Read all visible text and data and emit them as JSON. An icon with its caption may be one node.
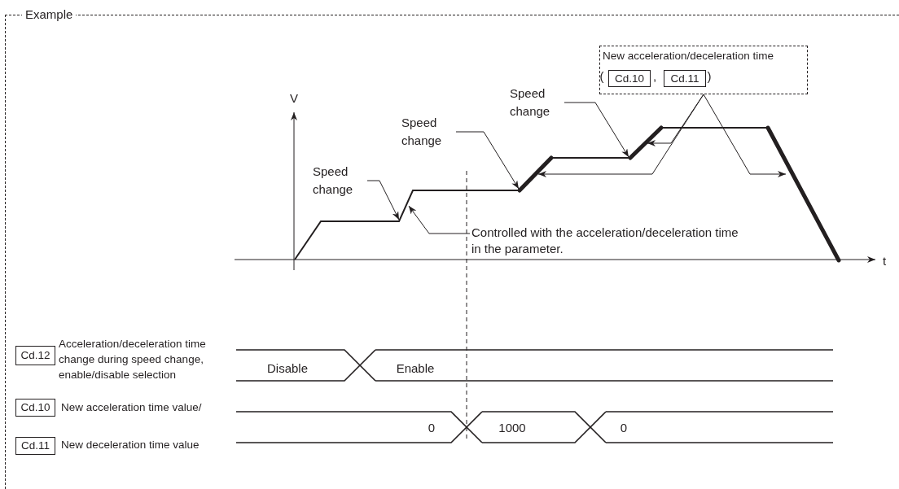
{
  "diagram": {
    "nodes": [
      {
        "text": [
          "Example"
        ]
      },
      {
        "text": [
          "Speed change"
        ],
        "in": 0
      },
      {
        "text": [
          "Speed change"
        ],
        "in": 0
      },
      {
        "text": [
          "Speed change"
        ],
        "in": 0
      },
      {
        "text": [
          "New acceleration/deceleration time"
        ],
        "in": 0
      },
      {
        "text": [
          "Cd.10"
        ],
        "in": 4
      },
      {
        "text": [
          "Cd.11"
        ],
        "in": 4
      },
      {
        "text": [
          "Controlled with the acceleration/deceleration time in the parameter."
        ],
        "in": 0
      },
      {
        "text": [
          "Cd.12"
        ],
        "in": 0
      },
      {
        "text": [
          "Cd.10"
        ],
        "in": 0
      },
      {
        "text": [
          "Cd.11"
        ],
        "in": 0
      }
    ],
    "edges": [
      {
        "from": 1,
        "to": null,
        "arrow": "to"
      },
      {
        "from": 2,
        "to": null,
        "arrow": "to"
      },
      {
        "from": 3,
        "to": null,
        "arrow": "to"
      },
      {
        "from": 7,
        "to": null,
        "arrow": "to"
      },
      {
        "from": 4,
        "to": null,
        "arrow": "to"
      },
      {
        "from": 4,
        "to": null,
        "arrow": "to"
      },
      {
        "from": 4,
        "to": null,
        "arrow": "to"
      }
    ],
    "labels": [
      "(",
      ",",
      ")",
      "V",
      "t",
      "Acceleration/deceleration time change during speed change, enable/disable selection",
      "Disable",
      "Enable",
      "New acceleration time value/",
      "0",
      "1000",
      "0",
      "New deceleration time value"
    ]
  }
}
